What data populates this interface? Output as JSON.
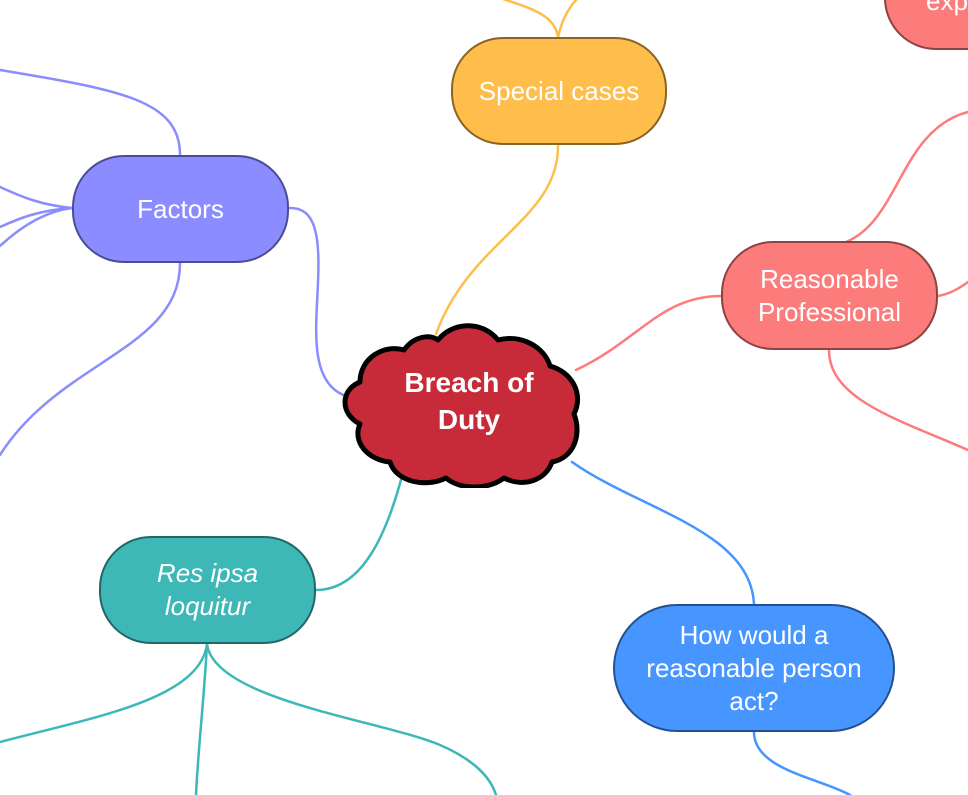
{
  "central_topic": {
    "line1": "Breach of",
    "line2": "Duty"
  },
  "topics": {
    "special_cases": {
      "label": "Special cases"
    },
    "factors": {
      "label": "Factors"
    },
    "reasonable_professional": {
      "line1": "Reasonable",
      "line2": "Professional"
    },
    "res_ipsa": {
      "line1": "Res ipsa",
      "line2": "loquitur"
    },
    "reasonable_person": {
      "line1": "How would a",
      "line2": "reasonable person",
      "line3": "act?"
    },
    "partial_top_right": {
      "label": "expe"
    }
  },
  "colors": {
    "special_cases": "#ffbd4c",
    "factors": "#8b8cff",
    "reasonable_professional": "#fc7b7b",
    "res_ipsa": "#3db8b6",
    "reasonable_person": "#4796ff",
    "central": "#c72b3a"
  }
}
